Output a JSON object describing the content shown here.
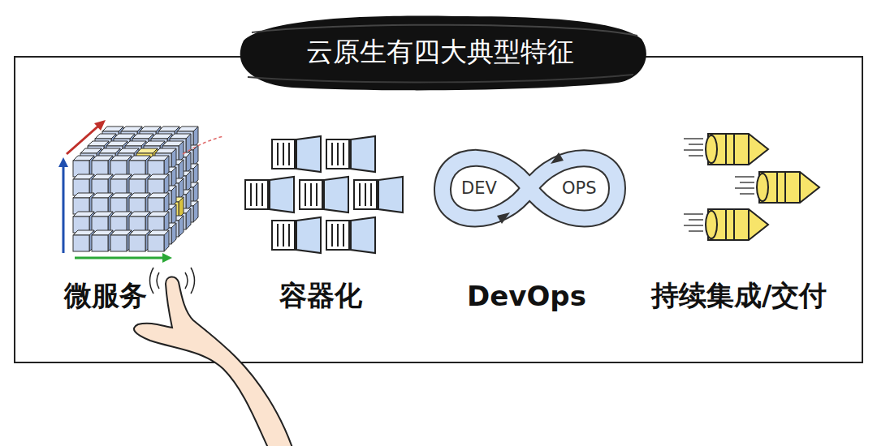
{
  "diagram": {
    "title": "云原生有四大典型特征",
    "labels": [
      "微服务",
      "容器化",
      "DevOps",
      "持续集成/交付",
      "DEV",
      "OPS"
    ]
  }
}
